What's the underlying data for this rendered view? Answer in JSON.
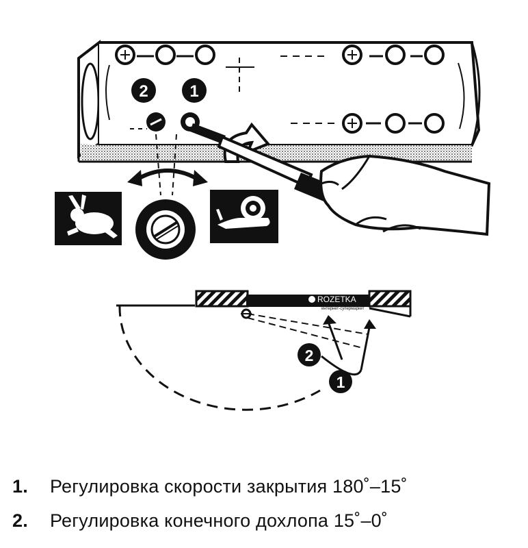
{
  "badges": {
    "one": "1",
    "two": "2"
  },
  "watermark": {
    "brand": "ROZETKA",
    "tagline": "интернет-супермаркет"
  },
  "captions": [
    {
      "num": "1.",
      "text": "Регулировка скорости закрытия 180˚–15˚"
    },
    {
      "num": "2.",
      "text": "Регулировка конечного дохлопа 15˚–0˚"
    }
  ],
  "icons": {
    "fast": "rabbit-icon",
    "slow": "snail-icon",
    "valve": "adjustment-screw-icon",
    "tool": "screwdriver-icon"
  },
  "colors": {
    "ink": "#111111",
    "paper": "#ffffff"
  }
}
